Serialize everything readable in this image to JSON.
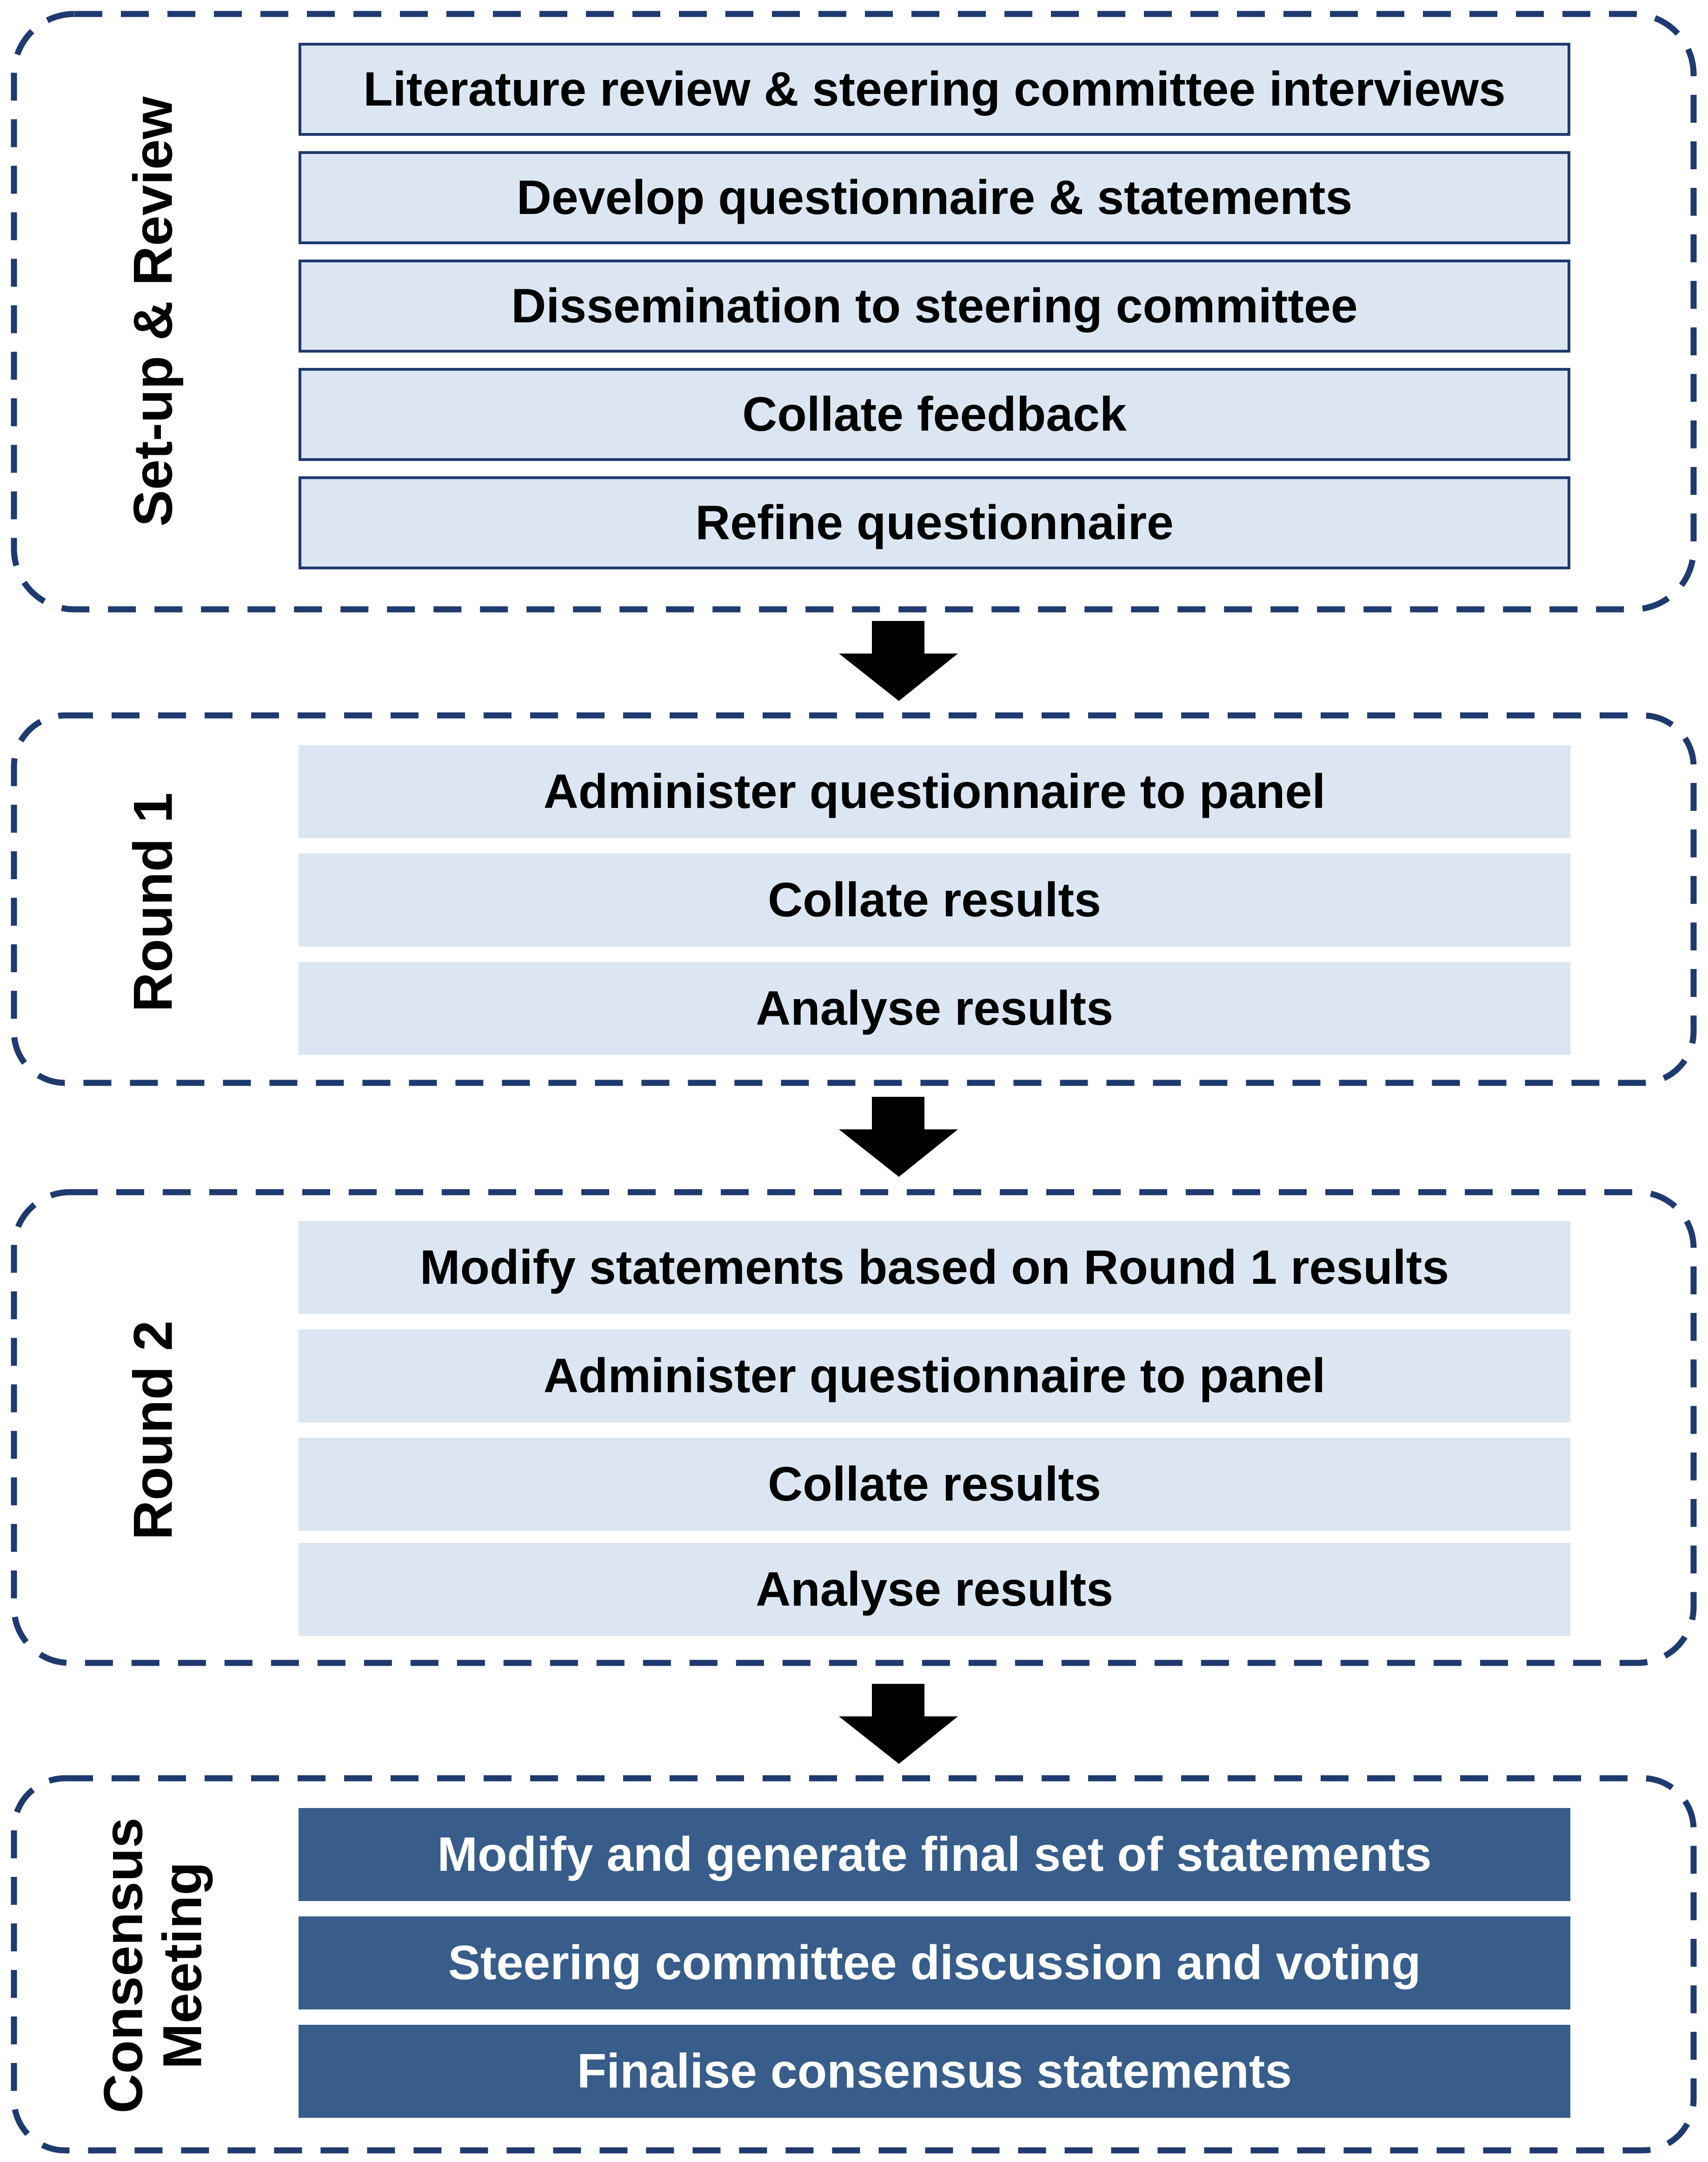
{
  "colors": {
    "dash_border": "#1f3a6e",
    "light_box_fill": "#dce6f2",
    "light_box_border": "#1f3a6e",
    "dark_box_fill": "#385d8a",
    "dark_box_text": "#ffffff",
    "text": "#000000",
    "arrow": "#000000"
  },
  "stages": [
    {
      "label_lines": [
        "Set-up & Review"
      ],
      "steps": [
        "Literature review & steering committee interviews",
        "Develop questionnaire & statements",
        "Dissemination to steering committee",
        "Collate feedback",
        "Refine questionnaire"
      ]
    },
    {
      "label_lines": [
        "Round 1"
      ],
      "steps": [
        "Administer questionnaire to panel",
        "Collate results",
        "Analyse results"
      ]
    },
    {
      "label_lines": [
        "Round 2"
      ],
      "steps": [
        "Modify statements based on Round 1 results",
        "Administer questionnaire to panel",
        "Collate results",
        "Analyse results"
      ]
    },
    {
      "label_lines": [
        "Consensus",
        "Meeting"
      ],
      "steps": [
        "Modify and generate final set of statements",
        "Steering committee discussion and voting",
        "Finalise consensus statements"
      ]
    }
  ]
}
